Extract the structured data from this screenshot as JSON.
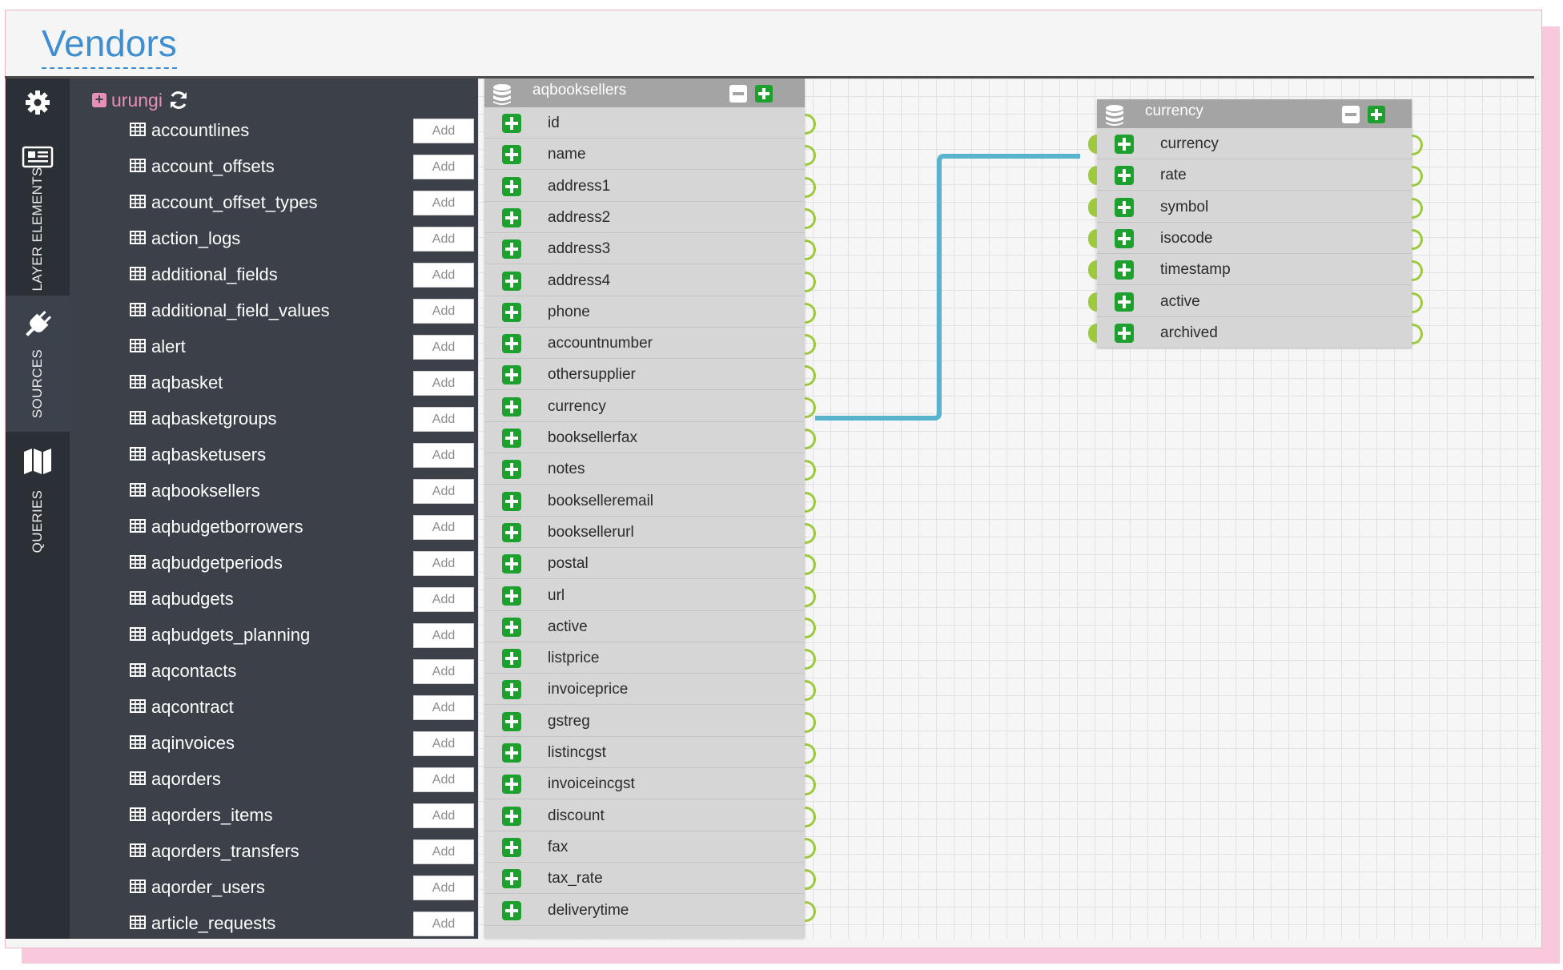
{
  "page": {
    "title": "Vendors"
  },
  "iconbar": {
    "sections": [
      {
        "label": "LAYER ELEMENTS"
      },
      {
        "label": "SOURCES"
      },
      {
        "label": "QUERIES"
      }
    ]
  },
  "sources": {
    "database": "urungi",
    "add_label": "Add",
    "tables": [
      "accountlines",
      "account_offsets",
      "account_offset_types",
      "action_logs",
      "additional_fields",
      "additional_field_values",
      "alert",
      "aqbasket",
      "aqbasketgroups",
      "aqbasketusers",
      "aqbooksellers",
      "aqbudgetborrowers",
      "aqbudgetperiods",
      "aqbudgets",
      "aqbudgets_planning",
      "aqcontacts",
      "aqcontract",
      "aqinvoices",
      "aqorders",
      "aqorders_items",
      "aqorders_transfers",
      "aqorder_users",
      "article_requests"
    ]
  },
  "nodes": {
    "aqbooksellers": {
      "title": "aqbooksellers",
      "fields": [
        "id",
        "name",
        "address1",
        "address2",
        "address3",
        "address4",
        "phone",
        "accountnumber",
        "othersupplier",
        "currency",
        "booksellerfax",
        "notes",
        "bookselleremail",
        "booksellerurl",
        "postal",
        "url",
        "active",
        "listprice",
        "invoiceprice",
        "gstreg",
        "listincgst",
        "invoiceincgst",
        "discount",
        "fax",
        "tax_rate",
        "deliverytime"
      ]
    },
    "currency": {
      "title": "currency",
      "fields": [
        "currency",
        "rate",
        "symbol",
        "isocode",
        "timestamp",
        "active",
        "archived"
      ]
    }
  },
  "colors": {
    "title": "#3f8fd0",
    "accent_pink": "#e78fb5",
    "add_green": "#1ea02f",
    "port_green": "#9cca3c",
    "link_blue": "#57b4cc"
  }
}
